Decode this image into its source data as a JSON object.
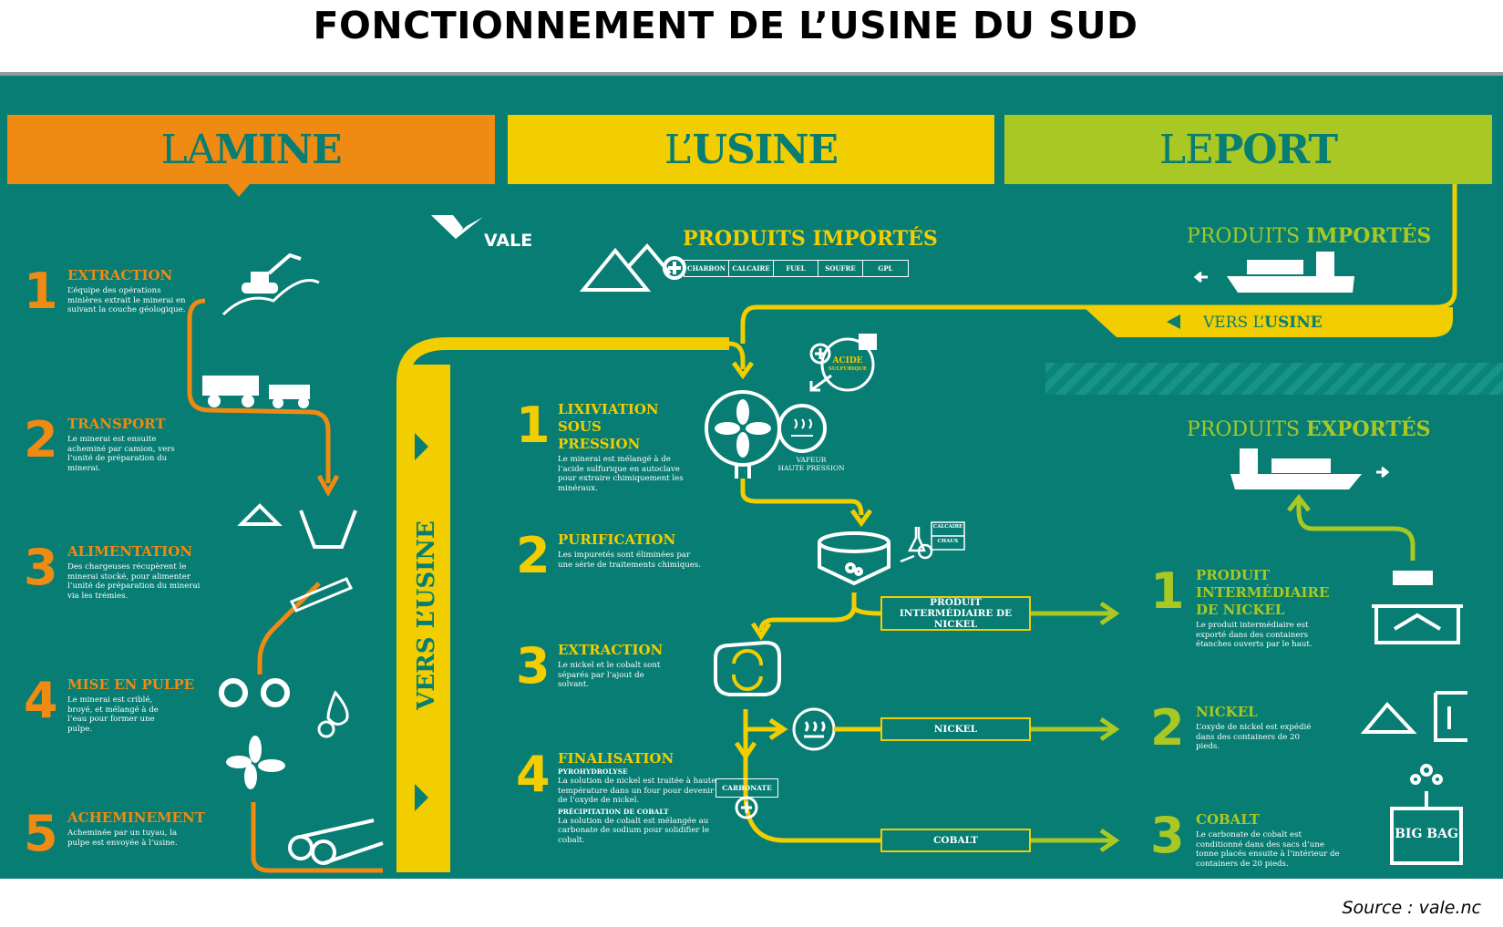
{
  "title": "FONCTIONNEMENT DE L’USINE DU SUD",
  "source": "Source : vale.nc",
  "colors": {
    "teal": "#087d73",
    "mine": "#ef8a12",
    "usine": "#f2cd00",
    "port": "#a9c823"
  },
  "sections": {
    "mine": {
      "light": "LA ",
      "bold": "MINE"
    },
    "usine": {
      "light": "L’",
      "bold": "USINE"
    },
    "port": {
      "light": "LE ",
      "bold": "PORT"
    }
  },
  "logo": "VALE",
  "mine_steps": [
    {
      "num": "1",
      "title": "EXTRACTION",
      "desc": "L’équipe des opérations minières extrait le minerai en suivant la couche géologique."
    },
    {
      "num": "2",
      "title": "TRANSPORT",
      "desc": "Le minerai est ensuite acheminé par camion, vers l’unité de préparation du minerai."
    },
    {
      "num": "3",
      "title": "ALIMENTATION",
      "desc": "Des chargeuses récupèrent le minerai stocké, pour alimenter l’unité de préparation du minerai via les trémies."
    },
    {
      "num": "4",
      "title": "MISE EN PULPE",
      "desc": "Le minerai est criblé, broyé, et mélangé à de l’eau pour former une pulpe."
    },
    {
      "num": "5",
      "title": "ACHEMINEMENT",
      "desc": "Acheminée par un tuyau, la pulpe est envoyée à l’usine."
    }
  ],
  "vers_usine_band": "VERS L’USINE",
  "usine_imports": {
    "title": "PRODUITS IMPORTÉS",
    "items": [
      "CHARBON",
      "CALCAIRE",
      "FUEL",
      "SOUFRE",
      "GPL"
    ]
  },
  "usine_steps": [
    {
      "num": "1",
      "title": "LIXIVIATION SOUS PRESSION",
      "desc": "Le minerai est mélangé à de l’acide sulfurique en autoclave pour extraire chimiquement les minéraux."
    },
    {
      "num": "2",
      "title": "PURIFICATION",
      "desc": "Les impuretés sont éliminées par une série de traitements chimiques."
    },
    {
      "num": "3",
      "title": "EXTRACTION",
      "desc": "Le nickel et le cobalt sont séparés par l’ajout de solvant."
    },
    {
      "num": "4",
      "title": "FINALISATION",
      "sub1": "PYROHYDROLYSE",
      "desc1": "La solution de nickel est traitée à haute température dans un four pour devenir de l’oxyde de nickel.",
      "sub2": "PRÉCIPITATION DE COBALT",
      "desc2": "La solution de cobalt est mélangée au carbonate de sodium pour solidifier le cobalt."
    }
  ],
  "diagram_labels": {
    "acide": "ACIDE",
    "sulfurique": "SULFURIQUE",
    "vapeur": "VAPEUR",
    "haute_pression": "HAUTE PRESSION",
    "calcaire": "CALCAIRE",
    "chaux": "CHAUX",
    "carbonate": "CARBONATE",
    "produit_intermediaire": "PRODUIT INTERMÉDIAIRE DE NICKEL",
    "nickel": "NICKEL",
    "cobalt": "COBALT",
    "big_bag": "BIG BAG"
  },
  "port_imports": {
    "light": "PRODUITS ",
    "bold": "IMPORTÉS",
    "vers_light": "VERS L’",
    "vers_bold": "USINE"
  },
  "port_exports": {
    "light": "PRODUITS ",
    "bold": "EXPORTÉS"
  },
  "port_steps": [
    {
      "num": "1",
      "title": "PRODUIT INTERMÉDIAIRE DE NICKEL",
      "desc": "Le produit intermédiaire est exporté dans des containers étanches ouverts par le haut."
    },
    {
      "num": "2",
      "title": "NICKEL",
      "desc": "L’oxyde de nickel est expédié dans des containers de 20 pieds."
    },
    {
      "num": "3",
      "title": "COBALT",
      "desc": "Le carbonate de cobalt est conditionné dans des sacs d’une tonne placés ensuite à l’intérieur de containers de 20 pieds."
    }
  ]
}
